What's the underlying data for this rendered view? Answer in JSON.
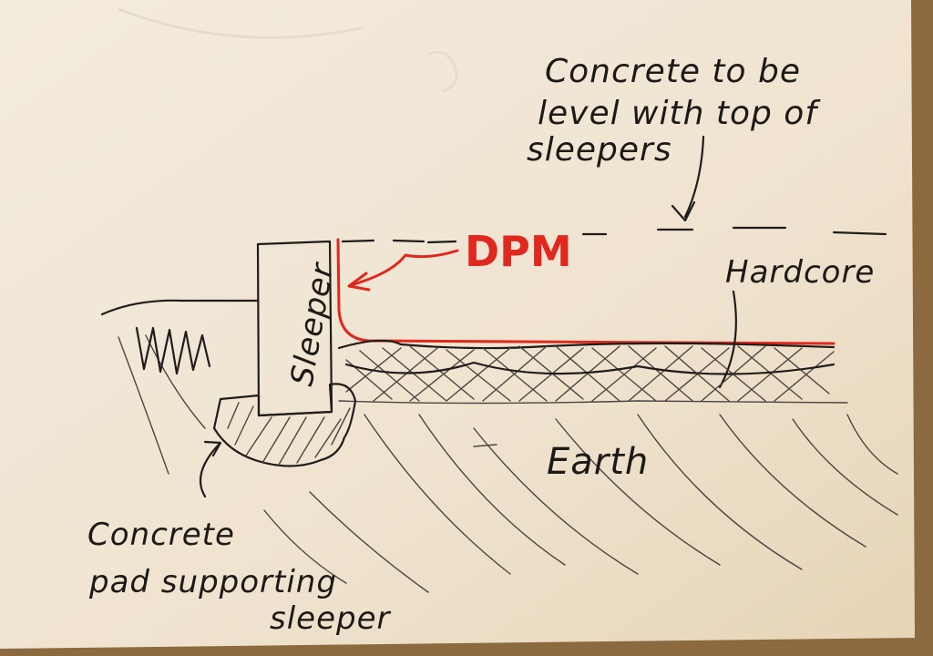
{
  "labels": {
    "top_note_line1": "Concrete to be",
    "top_note_line2": "level with top of",
    "top_note_line3": "sleepers",
    "dpm": "DPM",
    "hardcore": "Hardcore",
    "sleeper": "Sleeper",
    "earth": "Earth",
    "pad_line1": "Concrete",
    "pad_line2": "pad supporting",
    "pad_line3": "sleeper"
  },
  "colors": {
    "paper": "#f3eadb",
    "ink": "#1f1d1b",
    "dpm_red": "#e0281e",
    "table_wood": "#8a6a3e"
  }
}
